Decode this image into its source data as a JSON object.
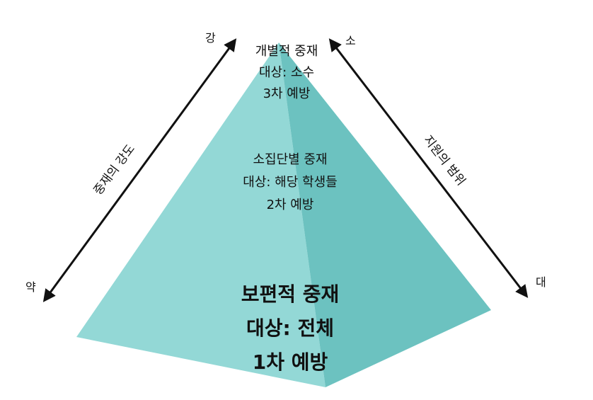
{
  "tiers": {
    "top": {
      "line1": "개별적 중재",
      "line2": "대상: 소수",
      "line3": "3차 예방"
    },
    "middle": {
      "line1": "소집단별 중재",
      "line2": "대상: 해당 학생들",
      "line3": "2차 예방"
    },
    "bottom": {
      "line1": "보편적 중재",
      "line2": "대상: 전체",
      "line3": "1차 예방"
    }
  },
  "left_axis": {
    "label": "중재의 강도",
    "top_end": "강",
    "bottom_end": "약"
  },
  "right_axis": {
    "label": "지원의 범위",
    "top_end": "소",
    "bottom_end": "대"
  },
  "colors": {
    "pyramid_left": "#93d8d6",
    "pyramid_right": "#6cc2c0",
    "arrow": "#111111"
  }
}
